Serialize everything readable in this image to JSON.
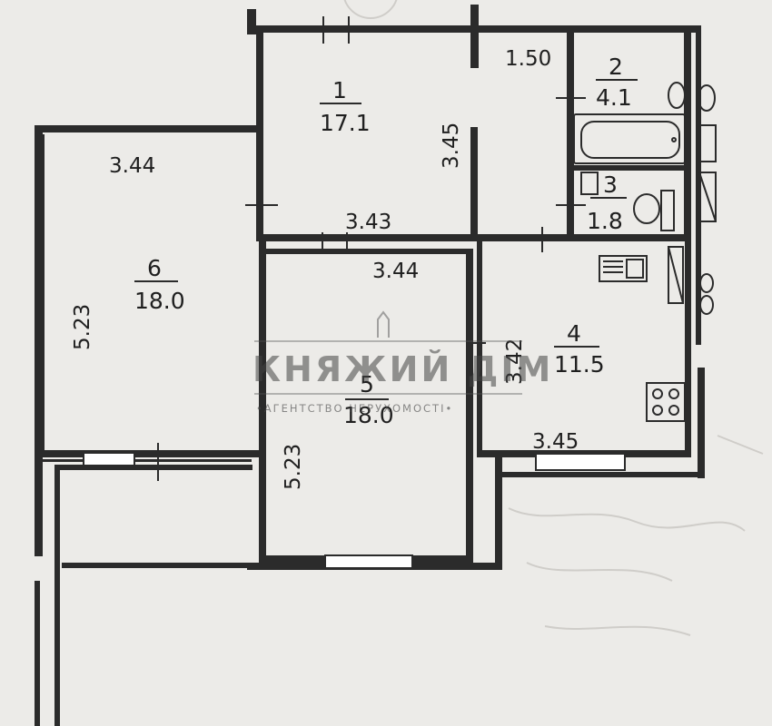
{
  "rooms": [
    {
      "id": "1",
      "area": "17.1"
    },
    {
      "id": "2",
      "area": "4.1"
    },
    {
      "id": "3",
      "area": "1.8"
    },
    {
      "id": "4",
      "area": "11.5"
    },
    {
      "id": "5",
      "area": "18.0"
    },
    {
      "id": "6",
      "area": "18.0"
    }
  ],
  "dimensions": {
    "room1_vertical": "3.45",
    "room1_horizontal": "3.43",
    "corridor_width": "1.50",
    "room6_horizontal": "3.44",
    "room6_vertical": "5.23",
    "room5_horizontal": "3.44",
    "room5_vertical": "5.23",
    "room4_vertical": "3.42",
    "room4_horizontal": "3.45"
  },
  "watermark": {
    "title": "КНЯЖИЙ ДІМ",
    "subtitle": "•АГЕНТСТВО НЕРУХОМОСТІ•"
  }
}
